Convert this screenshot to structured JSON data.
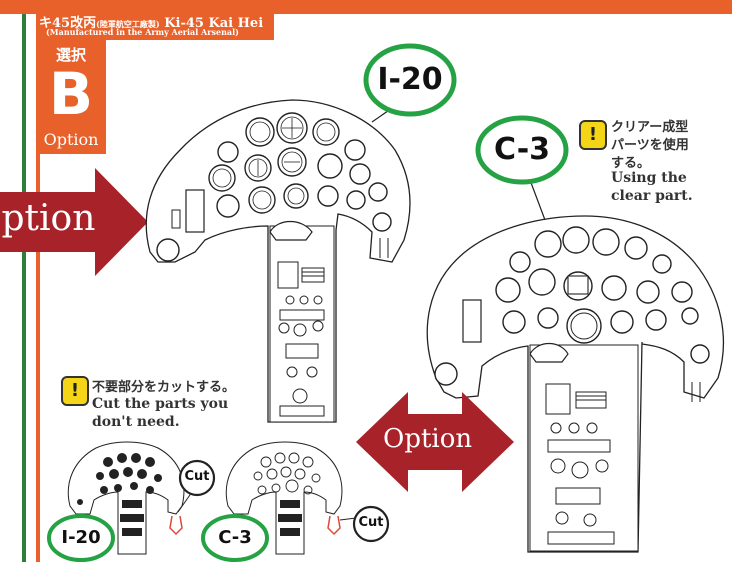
{
  "header": {
    "title_jp": "キ45改丙",
    "title_small": "(陸軍航空工廠製)",
    "title_en": "Ki-45 Kai Hei",
    "subtitle": "(Manufactured in the Army Aerial Arsenal)"
  },
  "badge": {
    "jp": "選択",
    "letter": "B",
    "option": "Option"
  },
  "left_arrow": {
    "label": "Option"
  },
  "center_arrow": {
    "label": "Option"
  },
  "callouts": {
    "part_main_left": "I-20",
    "part_main_right": "C-3",
    "part_small_left": "I-20",
    "part_small_right": "C-3",
    "cut_1": "Cut",
    "cut_2": "Cut"
  },
  "notes": {
    "clear_jp_1": "クリアー成型",
    "clear_jp_2": "パーツを使用",
    "clear_jp_3": "する。",
    "clear_en_1": "Using the",
    "clear_en_2": "clear part.",
    "cut_jp": "不要部分をカットする。",
    "cut_en_1": "Cut the parts you",
    "cut_en_2": "don't need.",
    "warn_symbol": "!"
  },
  "colors": {
    "orange": "#e8612a",
    "green": "#2e7d3a",
    "arrow_red": "#a8222a",
    "warn_yellow": "#f5d517",
    "callout_green": "#25a244"
  }
}
